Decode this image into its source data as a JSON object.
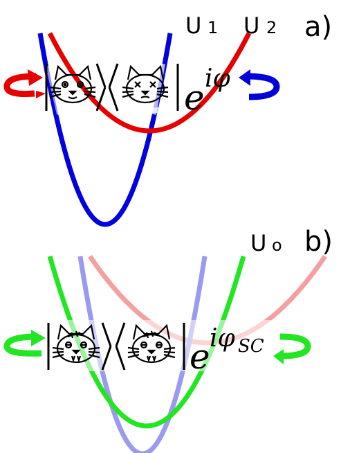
{
  "panels": [
    {
      "label": "a)",
      "curve_labels": [
        "U",
        "1",
        "U",
        "2"
      ],
      "ket_bra": {
        "exponent_symbol": "iφ",
        "base": "e",
        "cat_left": "alive-cat-icon",
        "cat_right": "dead-cat-icon"
      },
      "arrows": {
        "left_color": "#e60000",
        "right_color": "#0000d8"
      },
      "curves": [
        {
          "name": "U1",
          "color": "#0000e0"
        },
        {
          "name": "U2",
          "color": "#e60000"
        }
      ]
    },
    {
      "label": "b)",
      "curve_labels": [
        "U",
        "o"
      ],
      "ket_bra": {
        "exponent_symbol": "iφ",
        "subscript": "SC",
        "base": "e",
        "cat_left": "zombie-cat-icon",
        "cat_right": "zombie-cat-icon"
      },
      "arrows": {
        "left_color": "#22e622",
        "right_color": "#22e622"
      },
      "curves": [
        {
          "name": "U0",
          "color": "#22e622"
        },
        {
          "name": "U1-faded",
          "color": "#9a9af0"
        },
        {
          "name": "U2-faded",
          "color": "#f5a0a0"
        }
      ]
    }
  ]
}
